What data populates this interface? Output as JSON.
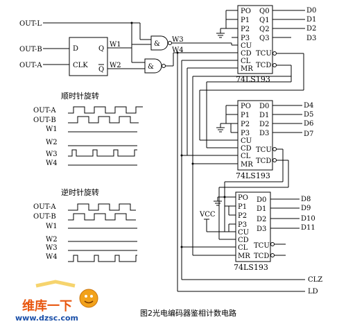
{
  "caption": "图2光电编码器鉴相计数电路",
  "inputs": {
    "out_l": "OUT-L",
    "out_b": "OUT-B",
    "out_a": "OUT-A"
  },
  "flipflop": {
    "d": "D",
    "clk": "CLK",
    "q": "Q",
    "qbar": "Q"
  },
  "wires": {
    "w1": "W1",
    "w2": "W2",
    "w3": "W3",
    "w4": "W4"
  },
  "gate_symbol": "&",
  "counter1": {
    "name": "74LS193",
    "left_pins": [
      "PO",
      "P1",
      "P2",
      "P3",
      "CU",
      "CD",
      "CL",
      "MR"
    ],
    "right_pins": [
      "Q0",
      "Q1",
      "Q2",
      "Q3",
      "TCU",
      "TCD"
    ],
    "outputs": [
      "D0",
      "D1",
      "D2",
      "D3"
    ]
  },
  "counter2": {
    "name": "74LS193",
    "left_pins": [
      "PO",
      "P1",
      "P2",
      "P3",
      "CU",
      "CD",
      "CL",
      "MR"
    ],
    "right_pins": [
      "D0",
      "D1",
      "D2",
      "D3",
      "TCU",
      "TCD"
    ],
    "outputs": [
      "D4",
      "D5",
      "D6",
      "D7"
    ]
  },
  "counter3": {
    "name": "74LS193",
    "left_pins": [
      "PO",
      "P1",
      "P2",
      "P3",
      "CU",
      "CD",
      "CL",
      "MR"
    ],
    "right_pins": [
      "D0",
      "D1",
      "D2",
      "D3",
      "TCU",
      "TCD"
    ],
    "outputs": [
      "D8",
      "D9",
      "D10",
      "D11"
    ],
    "vcc": "VCC"
  },
  "bus_labels": {
    "clz": "CLZ",
    "ld": "LD"
  },
  "timing_cw": {
    "title": "顺时针旋转",
    "signals": [
      "OUT-A",
      "OUT-B",
      "W1",
      "W2",
      "W3",
      "W4"
    ]
  },
  "timing_ccw": {
    "title": "逆时针旋转",
    "signals": [
      "OUT-A",
      "OUT-B",
      "W1",
      "W2",
      "W3",
      "W4"
    ]
  },
  "watermark": {
    "cn": "维库一下",
    "url": "www.dzsc.com"
  }
}
